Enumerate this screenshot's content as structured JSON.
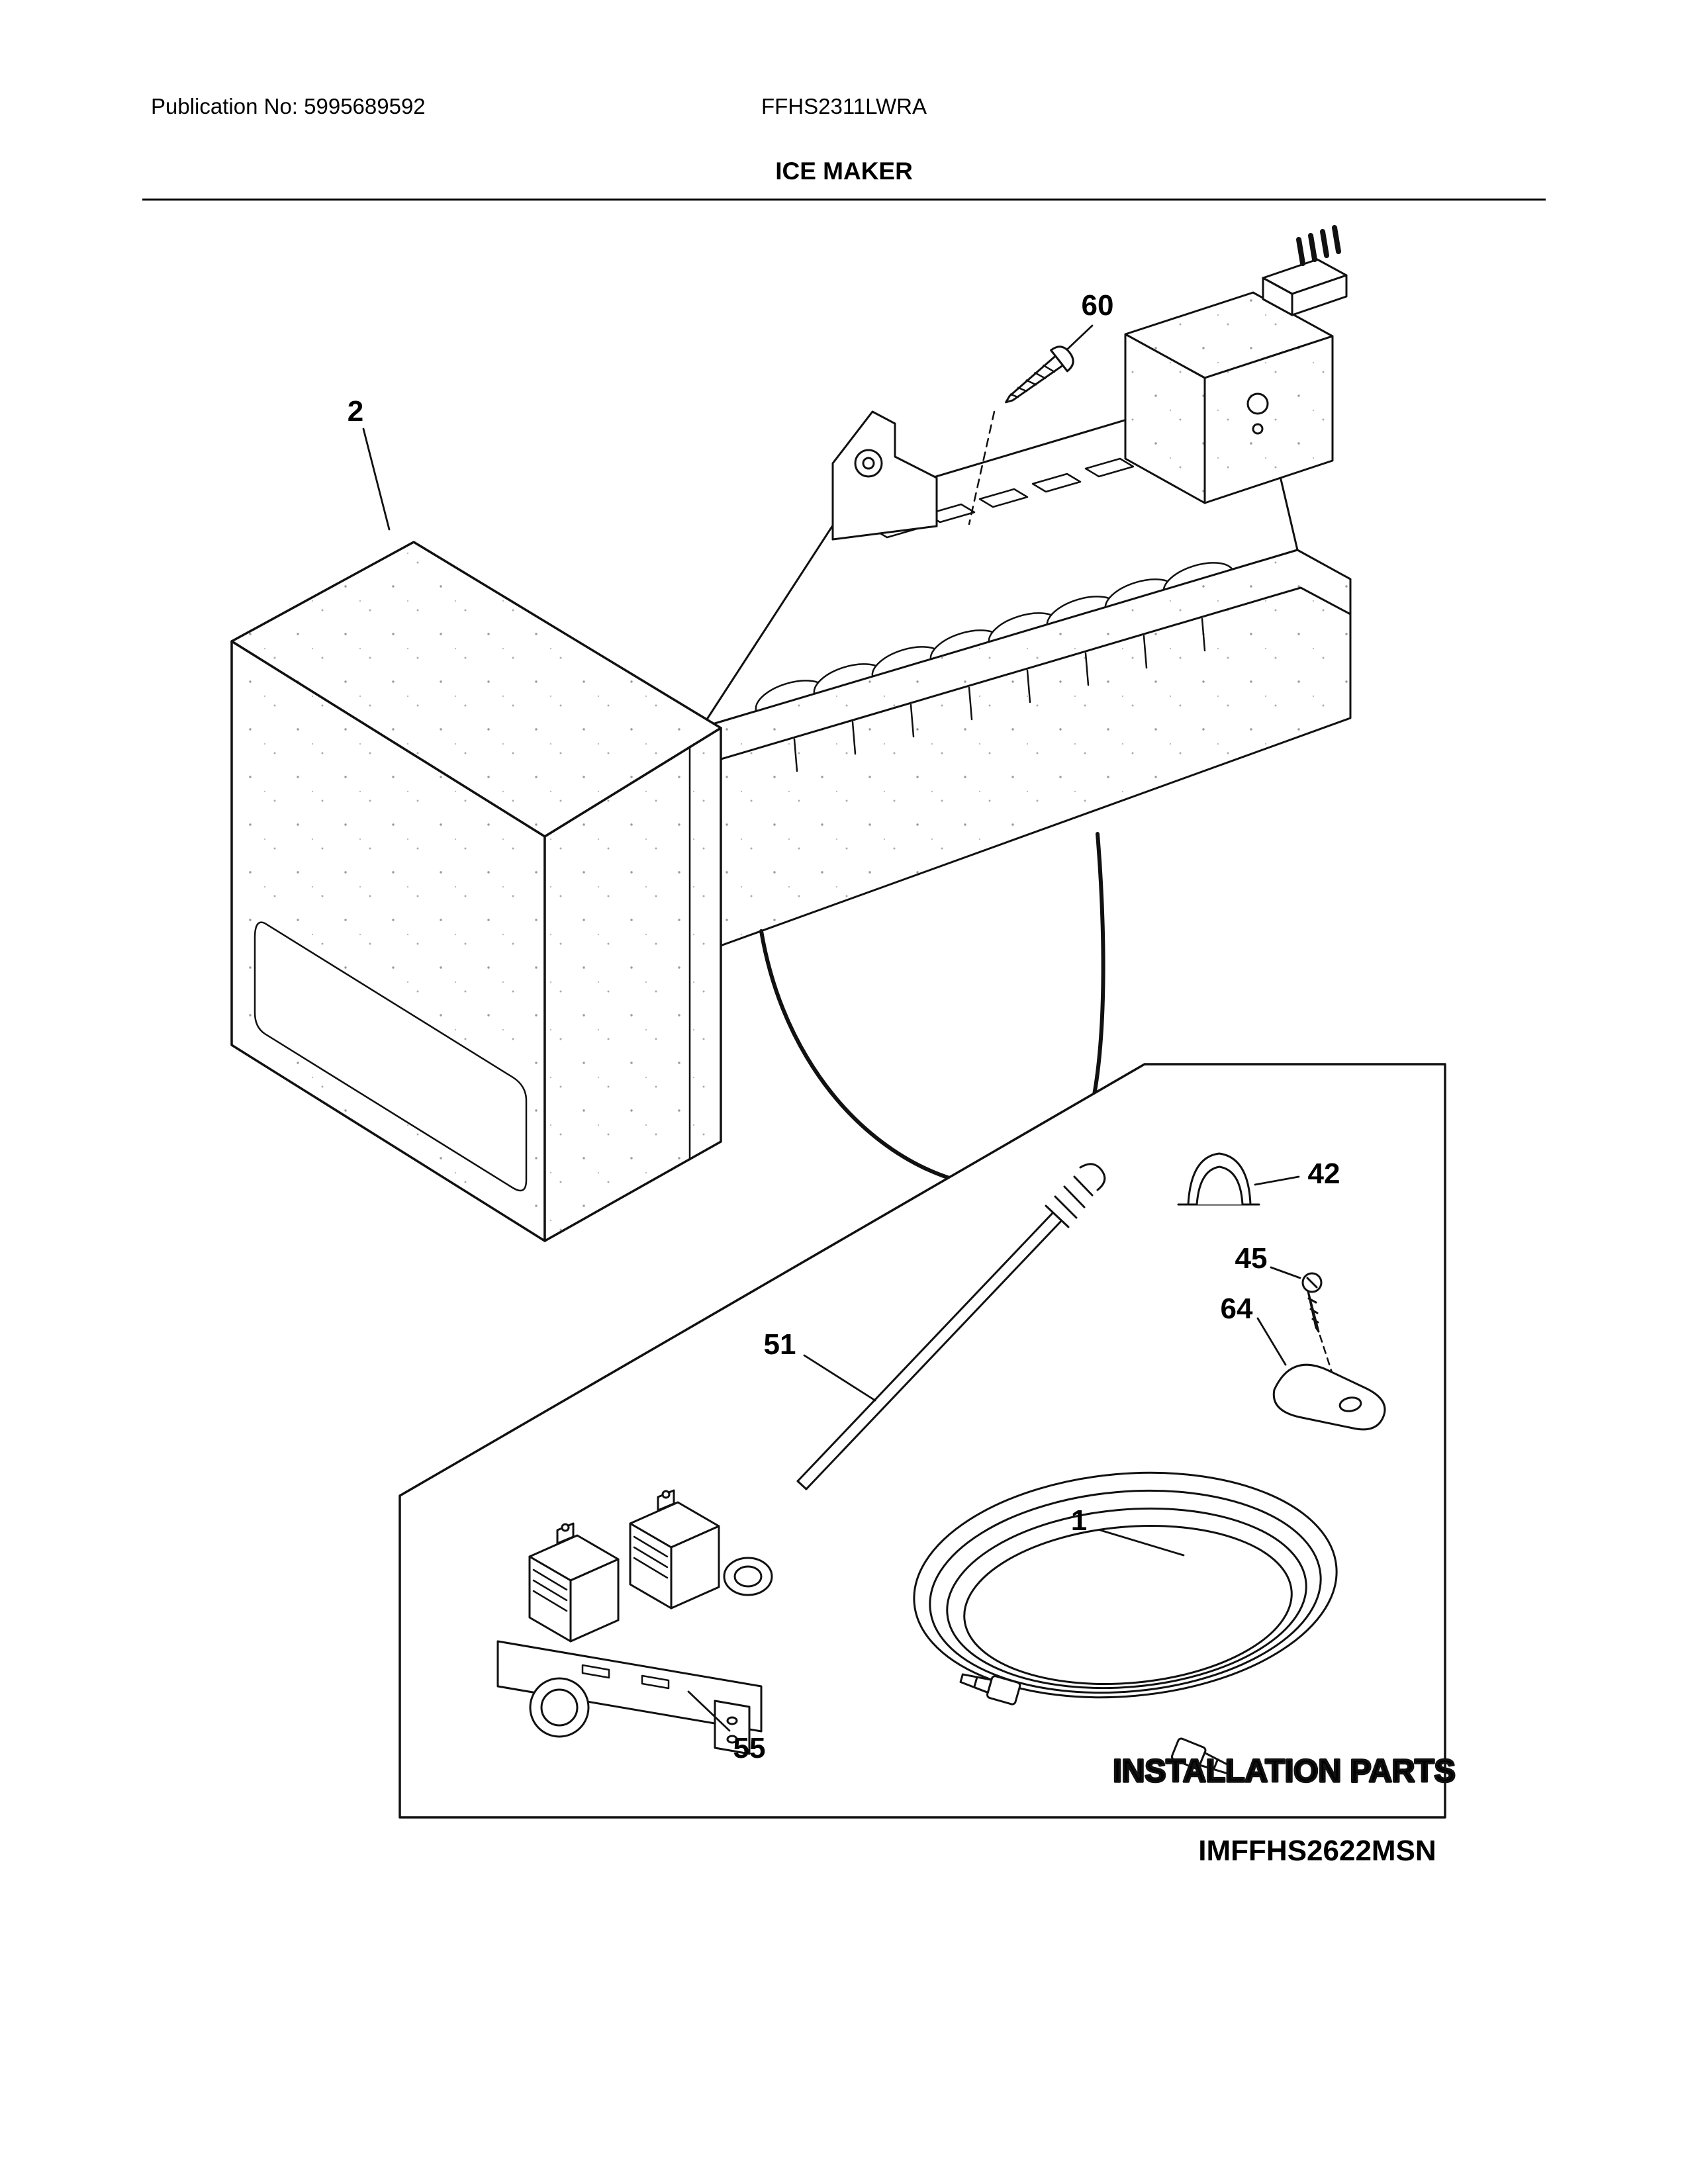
{
  "page": {
    "publication": "Publication No: 5995689592",
    "model": "FFHS2311LWRA",
    "title": "ICE MAKER",
    "kit_number": "IMFFHS2622MSN"
  },
  "diagram": {
    "installation_label": "INSTALLATION PARTS",
    "callouts": {
      "ice_maker_cover": "2",
      "mounting_screw": "60",
      "clamp": "42",
      "bracket_screw": "45",
      "bracket": "64",
      "fill_tube": "51",
      "water_tubing": "1",
      "water_valve": "55"
    }
  }
}
